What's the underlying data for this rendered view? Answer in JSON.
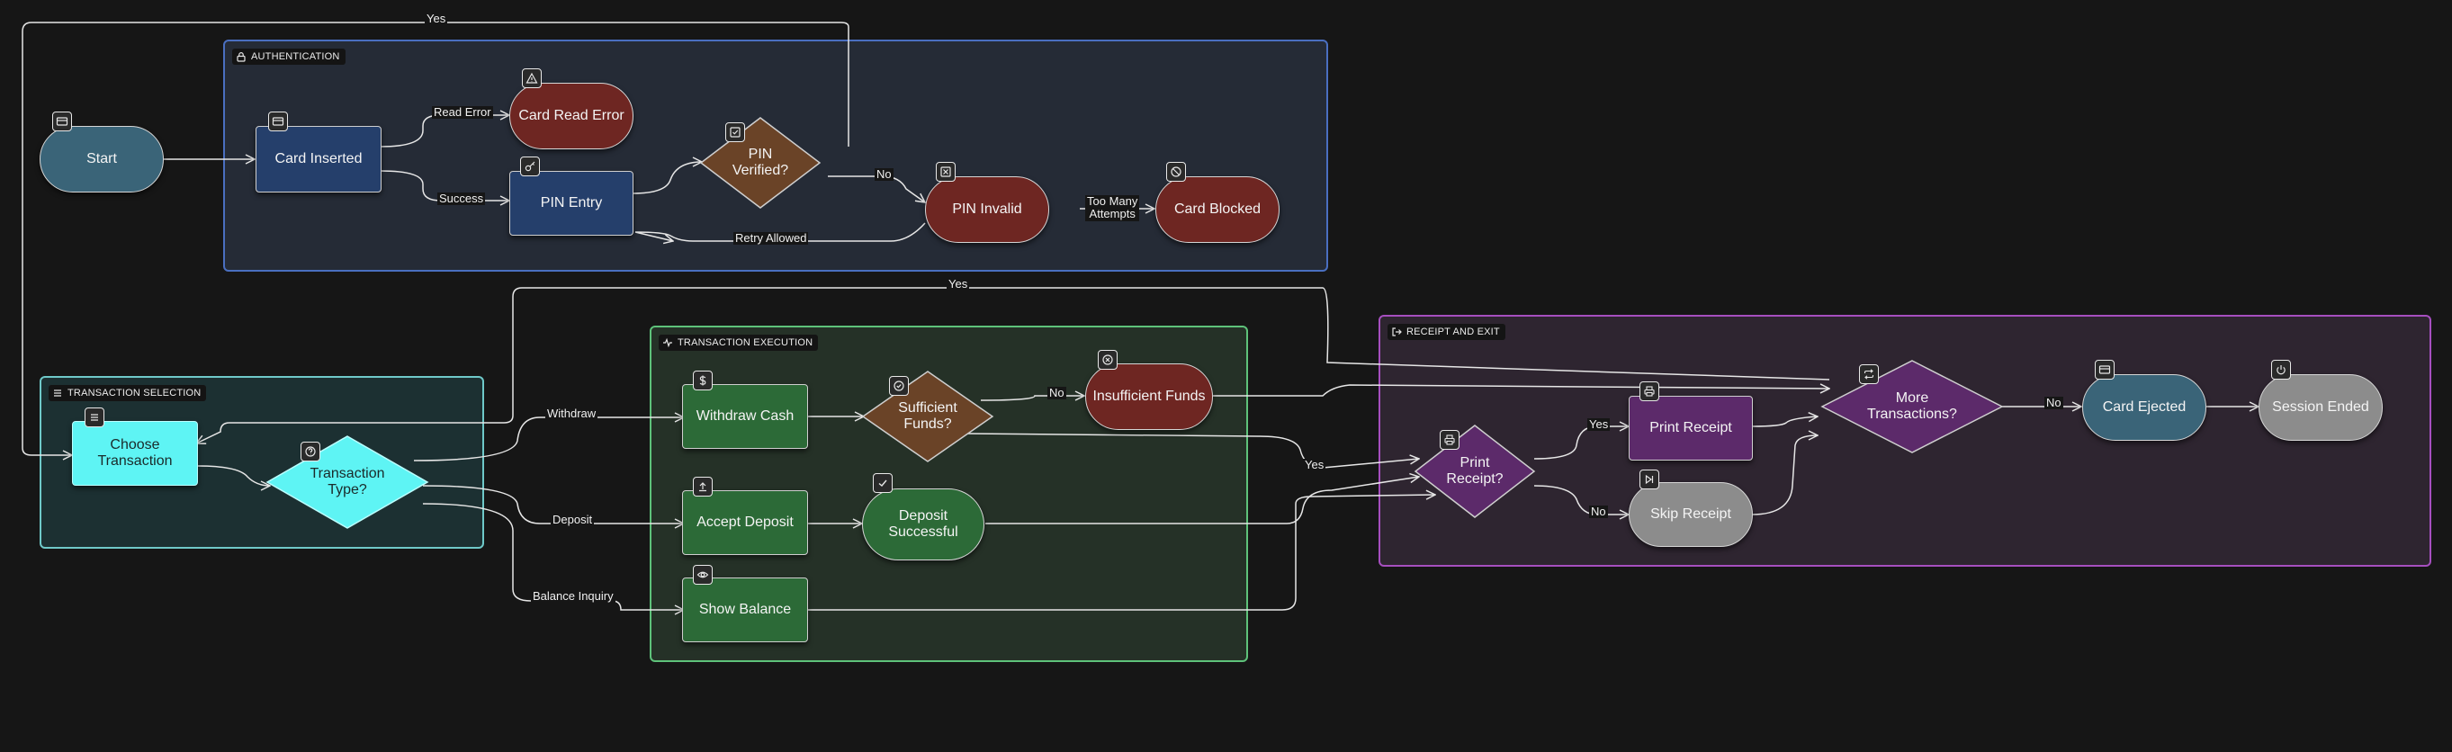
{
  "groups": {
    "authentication": {
      "title": "AUTHENTICATION"
    },
    "transaction_selection": {
      "title": "TRANSACTION SELECTION"
    },
    "transaction_execution": {
      "title": "TRANSACTION EXECUTION"
    },
    "receipt_and_exit": {
      "title": "RECEIPT AND EXIT"
    }
  },
  "nodes": {
    "start": "Start",
    "card_inserted": "Card Inserted",
    "card_read_error": "Card Read Error",
    "pin_entry": "PIN Entry",
    "pin_verified": "PIN\nVerified?",
    "pin_invalid": "PIN Invalid",
    "card_blocked": "Card Blocked",
    "choose_transaction": "Choose\nTransaction",
    "transaction_type": "Transaction\nType?",
    "withdraw_cash": "Withdraw Cash",
    "sufficient_funds": "Sufficient\nFunds?",
    "insufficient_funds": "Insufficient Funds",
    "accept_deposit": "Accept Deposit",
    "deposit_successful": "Deposit\nSuccessful",
    "show_balance": "Show Balance",
    "print_receipt_q": "Print\nReceipt?",
    "print_receipt": "Print Receipt",
    "skip_receipt": "Skip Receipt",
    "more_transactions": "More\nTransactions?",
    "card_ejected": "Card Ejected",
    "session_ended": "Session Ended"
  },
  "edge_labels": {
    "yes_top": "Yes",
    "read_error": "Read Error",
    "success": "Success",
    "no_pin": "No",
    "too_many_attempts": "Too Many\nAttempts",
    "retry_allowed": "Retry Allowed",
    "yes_more": "Yes",
    "withdraw": "Withdraw",
    "deposit": "Deposit",
    "balance_inquiry": "Balance Inquiry",
    "no_funds": "No",
    "yes_funds": "Yes",
    "yes_print": "Yes",
    "no_print": "No",
    "no_more": "No"
  },
  "colors": {
    "authentication_border": "#4a6fc0",
    "selection_border": "#6fc9c9",
    "execution_border": "#5ec27a",
    "receipt_border": "#a64fbf",
    "terminal_teal": "#3a6478",
    "process_blue": "#253f6b",
    "error_red": "#6e2622",
    "decision_brown": "#6a4327",
    "cyan": "#5ef4f4",
    "green": "#2c6a37",
    "purple": "#5c2a6a",
    "gray": "#8c8c8c",
    "edge": "#e6e6e6"
  },
  "icons": {
    "start": "card-icon",
    "card_inserted": "card-icon",
    "card_read_error": "warning-icon",
    "pin_entry": "key-icon",
    "pin_verified": "check-square-icon",
    "pin_invalid": "x-square-icon",
    "card_blocked": "ban-icon",
    "choose_transaction": "list-icon",
    "transaction_type": "question-icon",
    "withdraw_cash": "dollar-icon",
    "sufficient_funds": "check-circle-icon",
    "insufficient_funds": "x-circle-icon",
    "accept_deposit": "upload-icon",
    "deposit_successful": "check-icon",
    "show_balance": "eye-icon",
    "print_receipt_q": "printer-icon",
    "print_receipt": "printer-icon",
    "skip_receipt": "skip-icon",
    "more_transactions": "repeat-icon",
    "card_ejected": "card-icon",
    "session_ended": "power-icon"
  }
}
